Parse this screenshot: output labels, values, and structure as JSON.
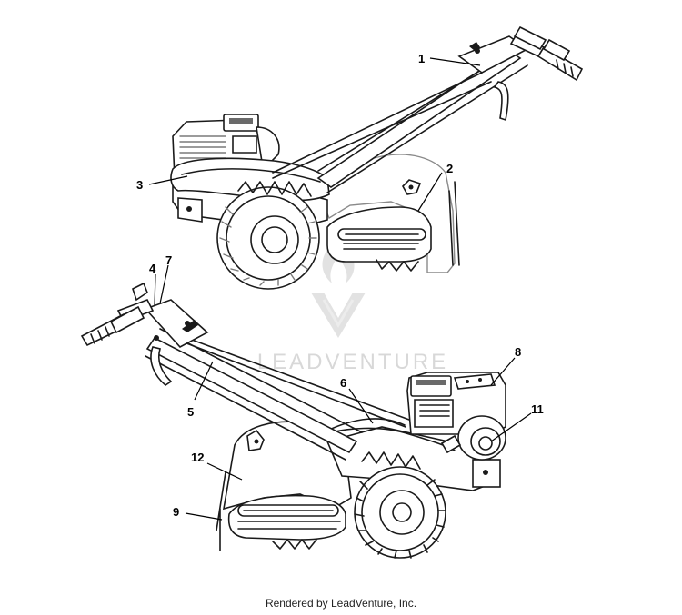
{
  "watermark": {
    "brand": "LEADVENTURE"
  },
  "callouts": {
    "c1": "1",
    "c2": "2",
    "c3": "3",
    "c4": "4",
    "c5": "5",
    "c6": "6",
    "c7": "7",
    "c8": "8",
    "c9": "9",
    "c11": "11",
    "c12": "12"
  },
  "footer": {
    "text": "Rendered by LeadVenture, Inc."
  }
}
